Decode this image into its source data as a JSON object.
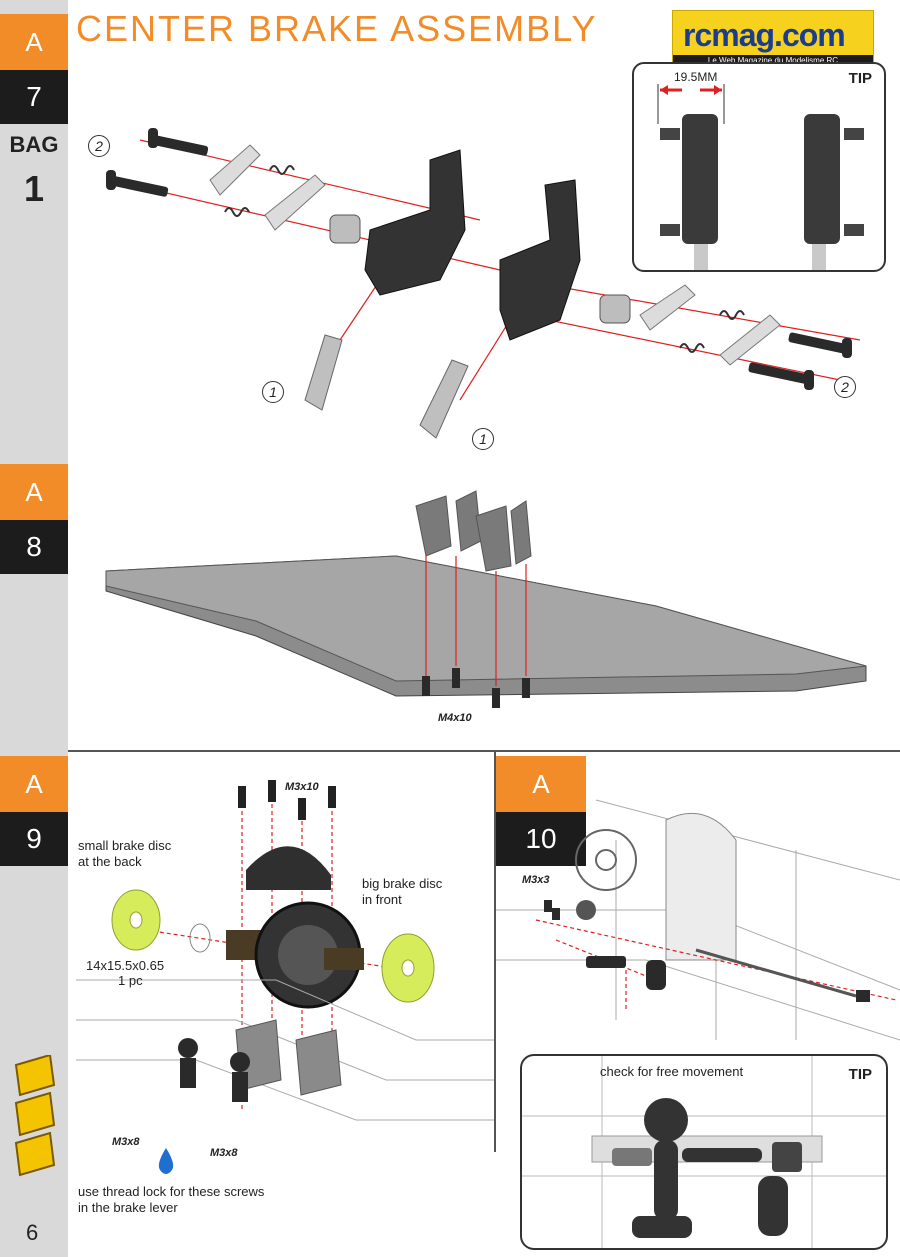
{
  "header": {
    "title": "CENTER BRAKE ASSEMBLY",
    "bag_label": "BAG",
    "bag_number": "1"
  },
  "logo": {
    "name": "rcmag.com",
    "tagline": "Le Web Magazine du Modelisme RC"
  },
  "steps": [
    {
      "letter": "A",
      "number": "7"
    },
    {
      "letter": "A",
      "number": "8"
    },
    {
      "letter": "A",
      "number": "9"
    },
    {
      "letter": "A",
      "number": "10"
    }
  ],
  "step7": {
    "callouts": [
      "2",
      "1",
      "1",
      "2"
    ],
    "tip_label": "TIP",
    "tip_measure": "19.5MM"
  },
  "step8": {
    "screw_label": "M4x10"
  },
  "step9": {
    "screw_top": "M3x10",
    "screw_left": "M3x8",
    "screw_right": "M3x8",
    "small_disc": "small brake disc\nat the back",
    "big_disc": "big brake disc\nin front",
    "shim_size": "14x15.5x0.65",
    "shim_qty": "1 pc",
    "thread_lock": "use thread lock for these screws\nin the brake lever"
  },
  "step10": {
    "screw_label": "M3x3",
    "tip_label": "TIP",
    "tip_text": "check for free movement"
  },
  "footer": {
    "page_number": "6"
  },
  "colors": {
    "accent": "#f28c28",
    "dark": "#1c1c1c",
    "strip": "#d9d9d9",
    "red_line": "#e02020",
    "disc": "#d6ec5a"
  }
}
